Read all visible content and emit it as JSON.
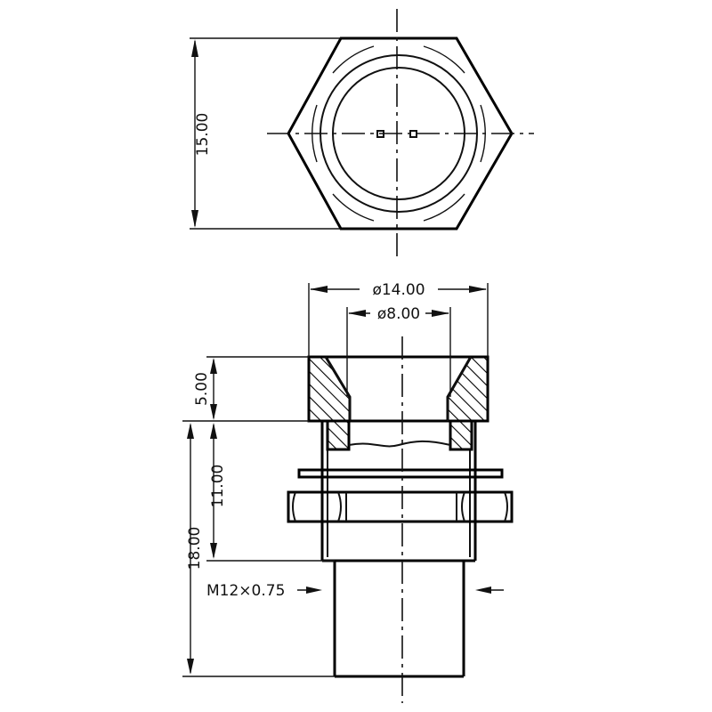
{
  "top_view": {
    "height_dim": "15.00"
  },
  "side_view": {
    "outer_dia_dim": "ø14.00",
    "inner_dia_dim": "ø8.00",
    "head_height_dim": "5.00",
    "body_height_dim": "11.00",
    "total_height_dim": "18.00",
    "thread_dim": "M12×0.75"
  }
}
